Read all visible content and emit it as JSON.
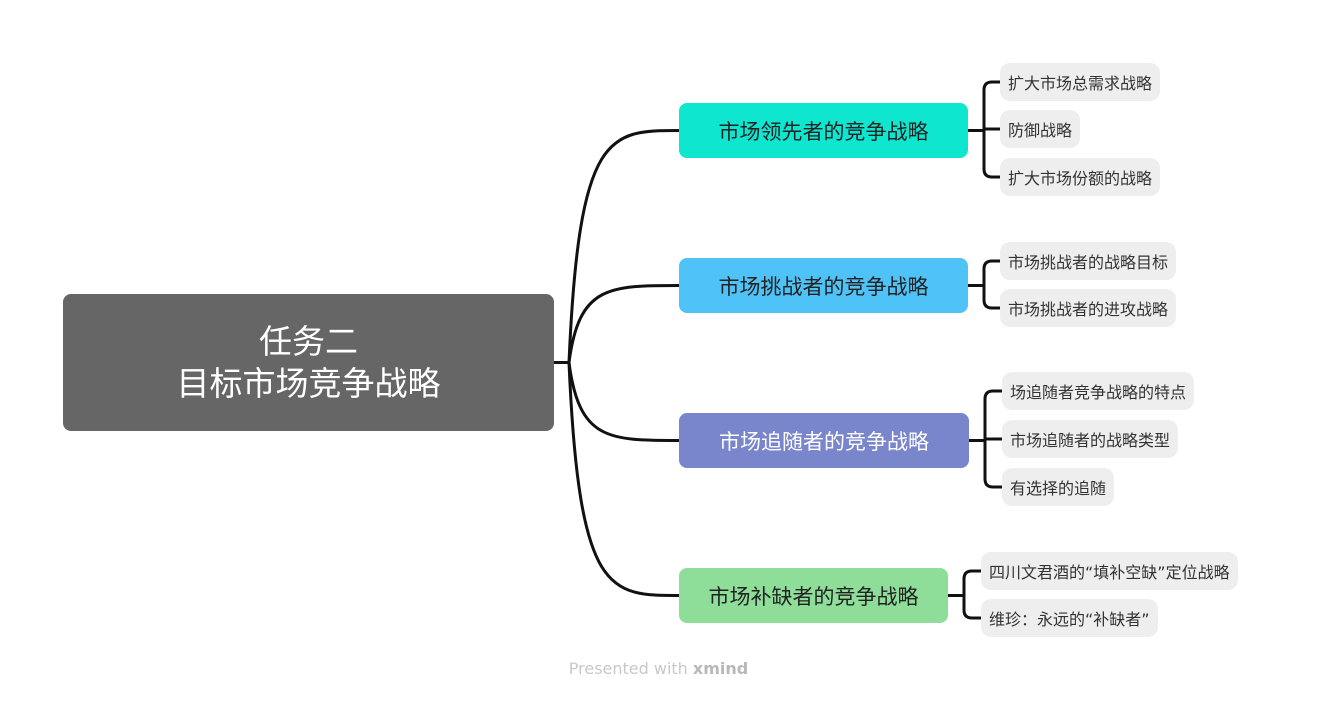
{
  "root": {
    "line1": "任务二",
    "line2": "目标市场竞争战略",
    "color": "#666666"
  },
  "branches": [
    {
      "label": "市场领先者的竞争战略",
      "color": "#0ee6d0",
      "text_color": "#222222",
      "children": [
        "扩大市场总需求战略",
        "防御战略",
        "扩大市场份额的战略"
      ]
    },
    {
      "label": "市场挑战者的竞争战略",
      "color": "#4fc3f7",
      "text_color": "#222222",
      "children": [
        "市场挑战者的战略目标",
        "市场挑战者的进攻战略"
      ]
    },
    {
      "label": "市场追随者的竞争战略",
      "color": "#7986cb",
      "text_color": "#ffffff",
      "children": [
        "场追随者竞争战略的特点",
        "市场追随者的战略类型",
        "有选择的追随"
      ]
    },
    {
      "label": "市场补缺者的竞争战略",
      "color": "#8ede9a",
      "text_color": "#222222",
      "children": [
        "四川文君酒的“填补空缺”定位战略",
        "维珍：永远的“补缺者”"
      ]
    }
  ],
  "footer": {
    "prefix": "Presented with ",
    "brand": "xmind"
  }
}
